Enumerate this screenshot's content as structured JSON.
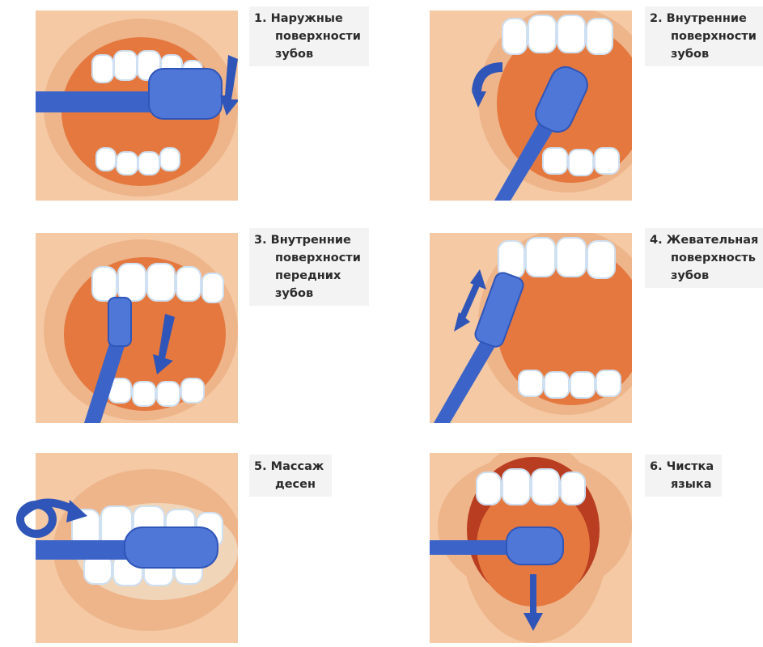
{
  "colors": {
    "skin": "#f4c9a4",
    "lip": "#eeb48a",
    "mouth": "#e4783f",
    "teeth": "#ffffff",
    "toothbrush": "#3b63c8",
    "arrow": "#2f55b8"
  },
  "steps": [
    {
      "number": "1.",
      "lines": [
        "Наружные",
        "поверхности",
        "зубов"
      ]
    },
    {
      "number": "2.",
      "lines": [
        "Внутренние",
        "поверхности",
        "зубов"
      ]
    },
    {
      "number": "3.",
      "lines": [
        "Внутренние",
        "поверхности",
        "передних",
        "зубов"
      ]
    },
    {
      "number": "4.",
      "lines": [
        "Жевательная",
        "поверхность",
        "зубов"
      ]
    },
    {
      "number": "5.",
      "lines": [
        "Массаж",
        "десен"
      ]
    },
    {
      "number": "6.",
      "lines": [
        "Чистка",
        "языка"
      ]
    }
  ]
}
